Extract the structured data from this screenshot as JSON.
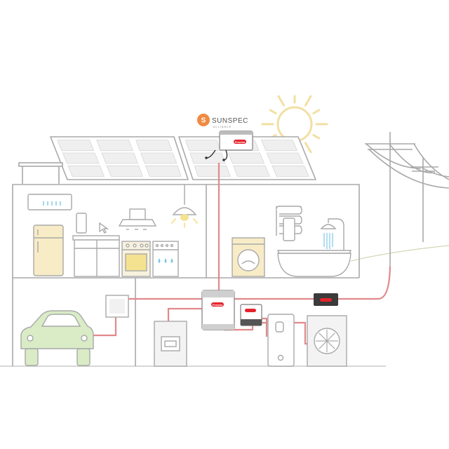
{
  "logo": {
    "name": "SUNSPEC",
    "tagline": "ALLIANCE"
  },
  "brand": {
    "label": "Fronius"
  },
  "colors": {
    "outline": "#a9a9a9",
    "cable": "#e0898b",
    "brand_red": "#e5232c",
    "sun": "#f3dfa2",
    "lamp_glow": "#f5e291",
    "car": "#d9ecc6",
    "fridge": "#f8ecc6",
    "tile": "#f8f1de",
    "panel_cell": "#efefef",
    "logo_accent": "#f08a43",
    "tap_blue": "#7fc7e5"
  },
  "icons": [
    "sun-icon",
    "solar-panel",
    "power-pole",
    "heat-pump-fan-icon",
    "shower-icon",
    "lamp-icon",
    "washing-machine-icon",
    "car-icon"
  ]
}
